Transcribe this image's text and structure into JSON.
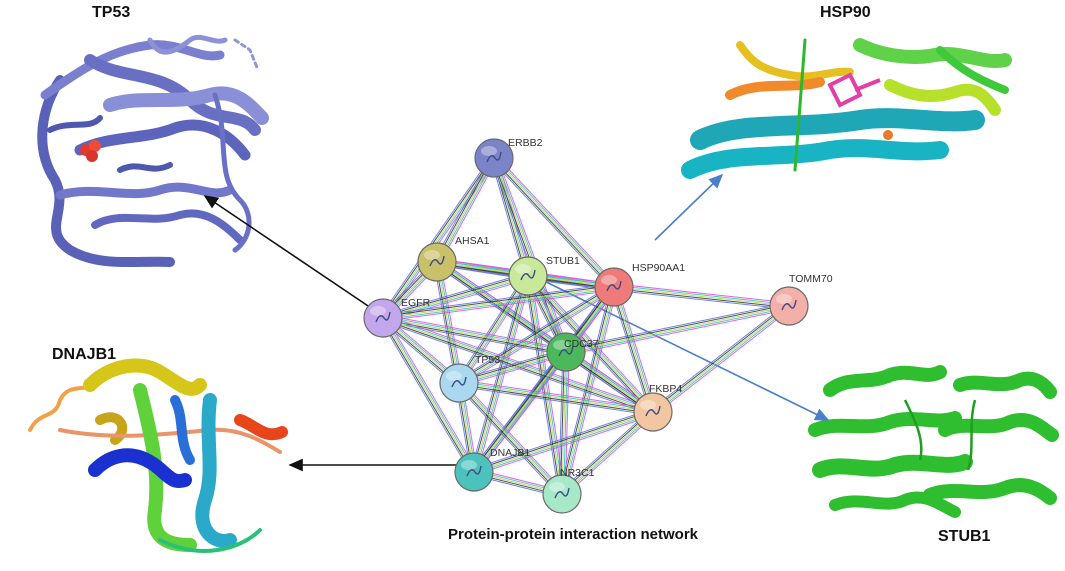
{
  "panels": {
    "tp53": "TP53",
    "hsp90": "HSP90",
    "dnajb1": "DNAJB1",
    "stub1": "STUB1"
  },
  "caption": "Protein-protein interaction network",
  "network": {
    "nodes": [
      {
        "id": "ERBB2",
        "label": "ERBB2",
        "color": "#7b84c8"
      },
      {
        "id": "AHSA1",
        "label": "AHSA1",
        "color": "#c9c06a"
      },
      {
        "id": "STUB1",
        "label": "STUB1",
        "color": "#c8e89a"
      },
      {
        "id": "HSP90AA1",
        "label": "HSP90AA1",
        "color": "#f07a7a"
      },
      {
        "id": "TOMM70",
        "label": "TOMM70",
        "color": "#f2b0a8"
      },
      {
        "id": "EGFR",
        "label": "EGFR",
        "color": "#c3a7ec"
      },
      {
        "id": "CDC37",
        "label": "CDC37",
        "color": "#4cb85c"
      },
      {
        "id": "TP53",
        "label": "TP53",
        "color": "#a9d8f0"
      },
      {
        "id": "FKBP4",
        "label": "FKBP4",
        "color": "#f2c6a0"
      },
      {
        "id": "DNAJB1",
        "label": "DNAJB1",
        "color": "#4cc2bc"
      },
      {
        "id": "NR3C1",
        "label": "NR3C1",
        "color": "#a6e8c8"
      }
    ],
    "edges": [
      [
        "ERBB2",
        "EGFR"
      ],
      [
        "ERBB2",
        "HSP90AA1"
      ],
      [
        "ERBB2",
        "STUB1"
      ],
      [
        "ERBB2",
        "CDC37"
      ],
      [
        "ERBB2",
        "AHSA1"
      ],
      [
        "AHSA1",
        "EGFR"
      ],
      [
        "AHSA1",
        "STUB1"
      ],
      [
        "AHSA1",
        "HSP90AA1"
      ],
      [
        "AHSA1",
        "CDC37"
      ],
      [
        "AHSA1",
        "TP53"
      ],
      [
        "AHSA1",
        "FKBP4"
      ],
      [
        "STUB1",
        "EGFR"
      ],
      [
        "STUB1",
        "HSP90AA1"
      ],
      [
        "STUB1",
        "CDC37"
      ],
      [
        "STUB1",
        "TP53"
      ],
      [
        "STUB1",
        "FKBP4"
      ],
      [
        "STUB1",
        "DNAJB1"
      ],
      [
        "STUB1",
        "NR3C1"
      ],
      [
        "HSP90AA1",
        "TOMM70"
      ],
      [
        "HSP90AA1",
        "EGFR"
      ],
      [
        "HSP90AA1",
        "CDC37"
      ],
      [
        "HSP90AA1",
        "TP53"
      ],
      [
        "HSP90AA1",
        "FKBP4"
      ],
      [
        "HSP90AA1",
        "DNAJB1"
      ],
      [
        "HSP90AA1",
        "NR3C1"
      ],
      [
        "TOMM70",
        "CDC37"
      ],
      [
        "TOMM70",
        "FKBP4"
      ],
      [
        "EGFR",
        "CDC37"
      ],
      [
        "EGFR",
        "TP53"
      ],
      [
        "EGFR",
        "DNAJB1"
      ],
      [
        "EGFR",
        "FKBP4"
      ],
      [
        "CDC37",
        "TP53"
      ],
      [
        "CDC37",
        "FKBP4"
      ],
      [
        "CDC37",
        "DNAJB1"
      ],
      [
        "CDC37",
        "NR3C1"
      ],
      [
        "TP53",
        "FKBP4"
      ],
      [
        "TP53",
        "DNAJB1"
      ],
      [
        "TP53",
        "NR3C1"
      ],
      [
        "FKBP4",
        "DNAJB1"
      ],
      [
        "FKBP4",
        "NR3C1"
      ],
      [
        "DNAJB1",
        "NR3C1"
      ]
    ],
    "edge_colors": [
      "#e04ad8",
      "#2fc2c2",
      "#b8d64a",
      "#333333",
      "#5b6ee0"
    ]
  }
}
